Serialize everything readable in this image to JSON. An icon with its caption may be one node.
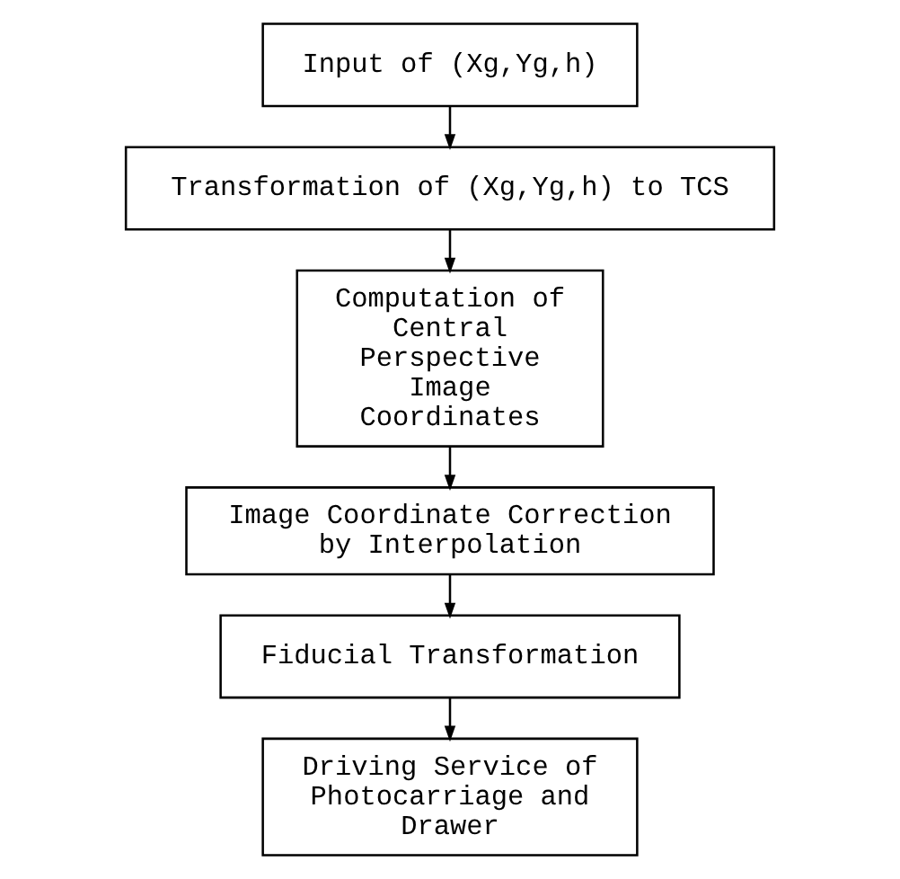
{
  "diagram": {
    "nodes": [
      {
        "text": [
          "Input of (Xg,Yg,h)"
        ]
      },
      {
        "text": [
          "Transformation of (Xg,Yg,h) to TCS"
        ]
      },
      {
        "text": [
          "Computation of Central Perspective Image Coordinates"
        ]
      },
      {
        "text": [
          "Image Coordinate Correction by Interpolation"
        ]
      },
      {
        "text": [
          "Fiducial Transformation"
        ]
      },
      {
        "text": [
          "Driving Service of Photocarriage and Drawer"
        ]
      }
    ],
    "edges": [
      {
        "from": 0,
        "to": 1,
        "arrow": "to"
      },
      {
        "from": 1,
        "to": 2,
        "arrow": "to"
      },
      {
        "from": 2,
        "to": 3,
        "arrow": "to"
      },
      {
        "from": 3,
        "to": 4,
        "arrow": "to"
      },
      {
        "from": 4,
        "to": 5,
        "arrow": "to"
      }
    ]
  }
}
